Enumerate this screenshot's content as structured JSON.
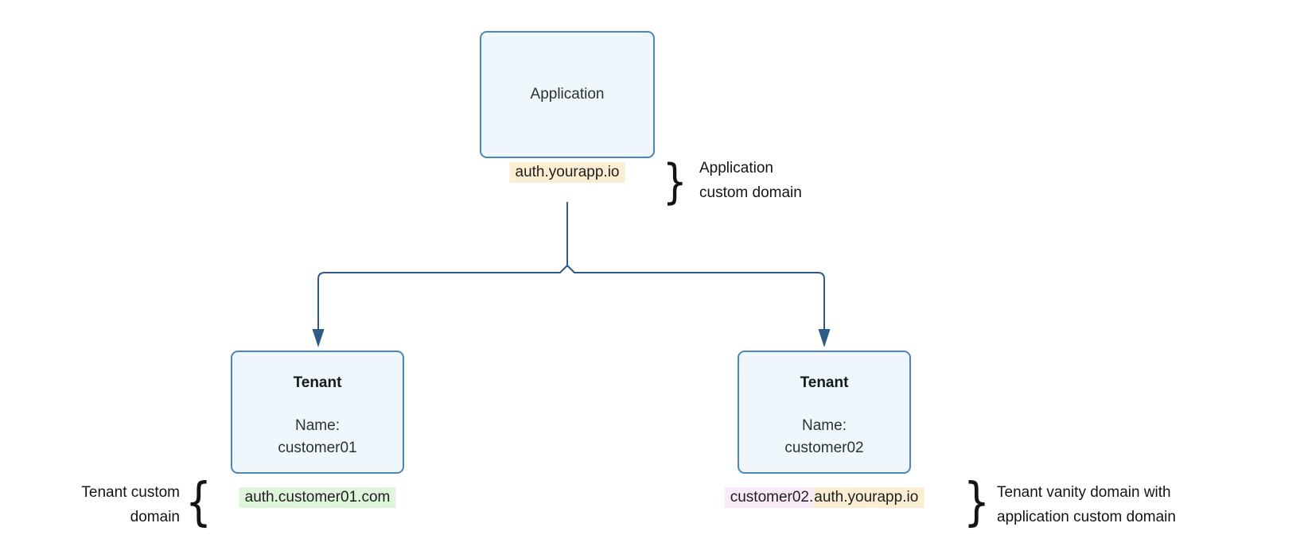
{
  "diagram": {
    "application": {
      "box_label": "Application",
      "domain": "auth.yourapp.io",
      "annotation": {
        "brace": "}",
        "lines": [
          "Application",
          "custom domain"
        ]
      }
    },
    "tenant1": {
      "box_title": "Tenant",
      "name_label": "Name:",
      "name_value": "customer01",
      "domain": "auth.customer01.com",
      "annotation": {
        "brace": "{",
        "lines": [
          "Tenant custom",
          "domain"
        ]
      }
    },
    "tenant2": {
      "box_title": "Tenant",
      "name_label": "Name:",
      "name_value": "customer02",
      "domain_part_pink": "customer02.",
      "domain_part_yellow": "auth.yourapp.io",
      "annotation": {
        "brace": "}",
        "lines": [
          "Tenant vanity domain with",
          "application custom domain"
        ]
      }
    },
    "colors": {
      "box_fill": "#F0F7FC",
      "box_border": "#4A86BC",
      "connector_line": "#2D5A87",
      "highlight_yellow": "#FBEED2",
      "highlight_green": "#DFF5DC",
      "highlight_pink": "#FAE9F6",
      "text": "#1F1F1F",
      "background": "#FFFFFF"
    }
  }
}
